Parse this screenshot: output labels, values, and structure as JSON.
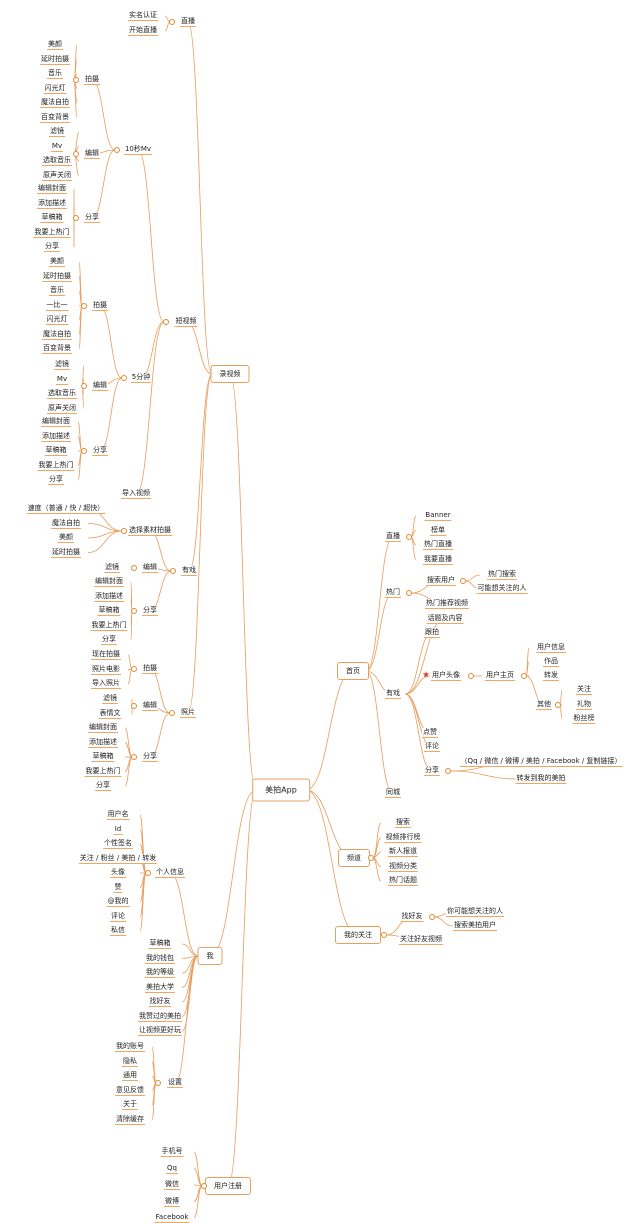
{
  "root": {
    "label": "美拍App"
  },
  "branches": {
    "record": {
      "label": "录视频"
    },
    "live": {
      "label": "直播"
    },
    "live_items": [
      "实名认证",
      "开始直播"
    ],
    "short_video": {
      "label": "短视频"
    },
    "mv10": {
      "label": "10秒Mv"
    },
    "mv10_shoot": {
      "label": "拍摄",
      "items": [
        "美颜",
        "延时拍摄",
        "音乐",
        "闪光灯",
        "魔法自拍",
        "百变背景"
      ]
    },
    "mv10_edit": {
      "label": "编辑",
      "items": [
        "滤镜",
        "Mv",
        "选取音乐",
        "原声关闭"
      ]
    },
    "mv10_share": {
      "label": "分享",
      "items": [
        "编辑封面",
        "添加描述",
        "草稿箱",
        "我要上热门",
        "分享"
      ]
    },
    "min5": {
      "label": "5分钟"
    },
    "min5_shoot": {
      "label": "拍摄",
      "items": [
        "美颜",
        "延时拍摄",
        "音乐",
        "一比一",
        "闪光灯",
        "魔法自拍",
        "百变背景"
      ]
    },
    "min5_edit": {
      "label": "编辑",
      "items": [
        "滤镜",
        "Mv",
        "选取音乐",
        "原声关闭"
      ]
    },
    "min5_share": {
      "label": "分享",
      "items": [
        "编辑封面",
        "添加描述",
        "草稿箱",
        "我要上热门",
        "分享"
      ]
    },
    "import": {
      "label": "导入视频"
    },
    "youxi": {
      "label": "有戏"
    },
    "youxi_select": {
      "label": "选择素材拍摄",
      "items": [
        "速度（普通 / 快 / 超快）",
        "魔法自拍",
        "美颜",
        "延时拍摄"
      ]
    },
    "youxi_edit": {
      "label": "编辑",
      "items": [
        "滤镜"
      ]
    },
    "youxi_share": {
      "label": "分享",
      "items": [
        "编辑封面",
        "添加描述",
        "草稿箱",
        "我要上热门",
        "分享"
      ]
    },
    "photo": {
      "label": "照片"
    },
    "photo_shoot": {
      "label": "拍摄",
      "items": [
        "现在拍摄",
        "照片电影",
        "导入照片"
      ]
    },
    "photo_edit": {
      "label": "编辑",
      "items": [
        "滤镜",
        "表情文"
      ]
    },
    "photo_share": {
      "label": "分享",
      "items": [
        "编辑封面",
        "添加描述",
        "草稿箱",
        "我要上热门",
        "分享"
      ]
    },
    "me": {
      "label": "我"
    },
    "personal": {
      "label": "个人信息",
      "items": [
        "用户名",
        "Id",
        "个性签名",
        "关注 / 粉丝 / 美拍 / 转发",
        "头像",
        "赞",
        "@我的",
        "评论",
        "私信"
      ]
    },
    "me_items": [
      "草稿箱",
      "我的钱包",
      "我的等级",
      "美拍大学",
      "找好友",
      "我赞过的美拍",
      "让视频更好玩"
    ],
    "settings": {
      "label": "设置",
      "items": [
        "我的账号",
        "隐私",
        "通用",
        "意见反馈",
        "关于",
        "清除缓存"
      ]
    },
    "register": {
      "label": "用户注册",
      "items": [
        "手机号",
        "Qq",
        "微信",
        "微博",
        "Facebook"
      ]
    },
    "home": {
      "label": "首页"
    },
    "home_live": {
      "label": "直播",
      "items": [
        "Banner",
        "榜单",
        "热门直播",
        "我要直播"
      ]
    },
    "home_hot": {
      "label": "热门"
    },
    "search_user": {
      "label": "搜索用户",
      "items": [
        "热门搜索",
        "可能想关注的人"
      ]
    },
    "hot_recommend": {
      "label": "热门推荐视频"
    },
    "home_youxi": {
      "label": "有戏"
    },
    "topic": {
      "label": "话题及内容"
    },
    "genpai": {
      "label": "跟拍"
    },
    "avatar": {
      "label": "用户头像"
    },
    "user_home": {
      "label": "用户主页"
    },
    "user_info": [
      "用户信息",
      "作品",
      "转发"
    ],
    "other": {
      "label": "其他",
      "items": [
        "关注",
        "礼物",
        "粉丝榜"
      ]
    },
    "like": {
      "label": "点赞"
    },
    "comment": {
      "label": "评论"
    },
    "share": {
      "label": "分享"
    },
    "share_items": [
      "（Qq / 微信 / 微博 / 美拍 / Facebook / 复制链接）",
      "转发到我的美拍"
    ],
    "tongcheng": {
      "label": "同城"
    },
    "channel": {
      "label": "频道",
      "items": [
        "搜索",
        "视频排行榜",
        "新人报道",
        "视频分类",
        "热门话题"
      ]
    },
    "follow": {
      "label": "我的关注"
    },
    "find_friend": {
      "label": "找好友",
      "items": [
        "你可能想关注的人",
        "搜索美拍用户"
      ]
    },
    "follow_video": {
      "label": "关注好友视频"
    }
  },
  "colors": {
    "line": "#e99b5a",
    "dot": "#e58a30",
    "star": "#e03b2a"
  }
}
